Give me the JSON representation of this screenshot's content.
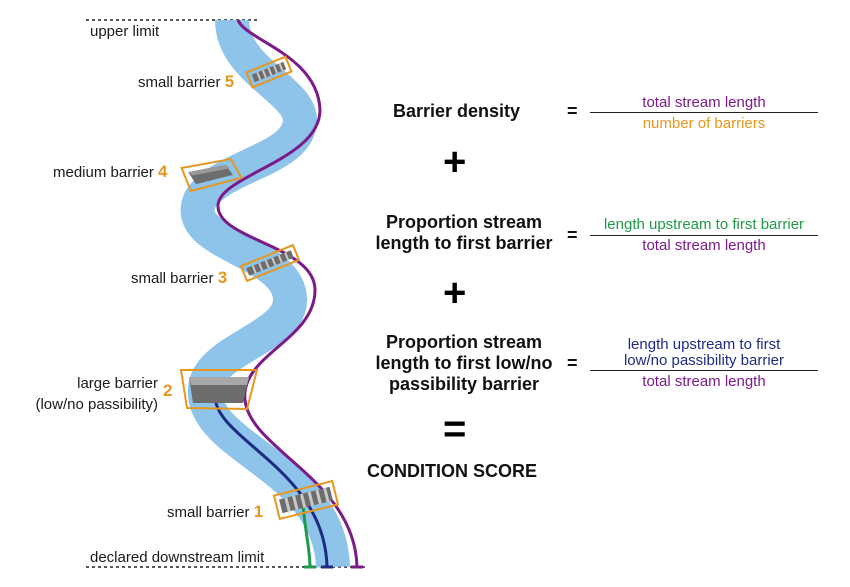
{
  "colors": {
    "stream_fill": "#8ec3ea",
    "purple": "#7b1a88",
    "navy": "#1f2b82",
    "green": "#1f9a48",
    "orange": "#e8961e",
    "barrier_dark": "#6d6d6d",
    "barrier_light": "#b9b9b9"
  },
  "limits": {
    "upper": "upper limit",
    "downstream": "declared downstream limit"
  },
  "barriers": [
    {
      "label": "small barrier",
      "number": "5"
    },
    {
      "label": "medium barrier",
      "number": "4"
    },
    {
      "label": "small barrier",
      "number": "3"
    },
    {
      "label_line1": "large barrier",
      "label_line2": "(low/no passibility)",
      "number": "2"
    },
    {
      "label": "small barrier",
      "number": "1"
    }
  ],
  "formula": {
    "barrier_density": {
      "label": "Barrier density",
      "numerator": "total stream length",
      "denominator": "number of barriers"
    },
    "proportion_first": {
      "label_line1": "Proportion stream",
      "label_line2": "length to first barrier",
      "numerator": "length upstream to first barrier",
      "denominator": "total stream length"
    },
    "proportion_low": {
      "label_line1": "Proportion stream",
      "label_line2": "length to first low/no",
      "label_line3": "passibility barrier",
      "numerator_line1": "length upstream to first",
      "numerator_line2": "low/no passibility barrier",
      "denominator": "total stream length"
    },
    "equals": "=",
    "plus": "+",
    "result": "CONDITION SCORE"
  }
}
